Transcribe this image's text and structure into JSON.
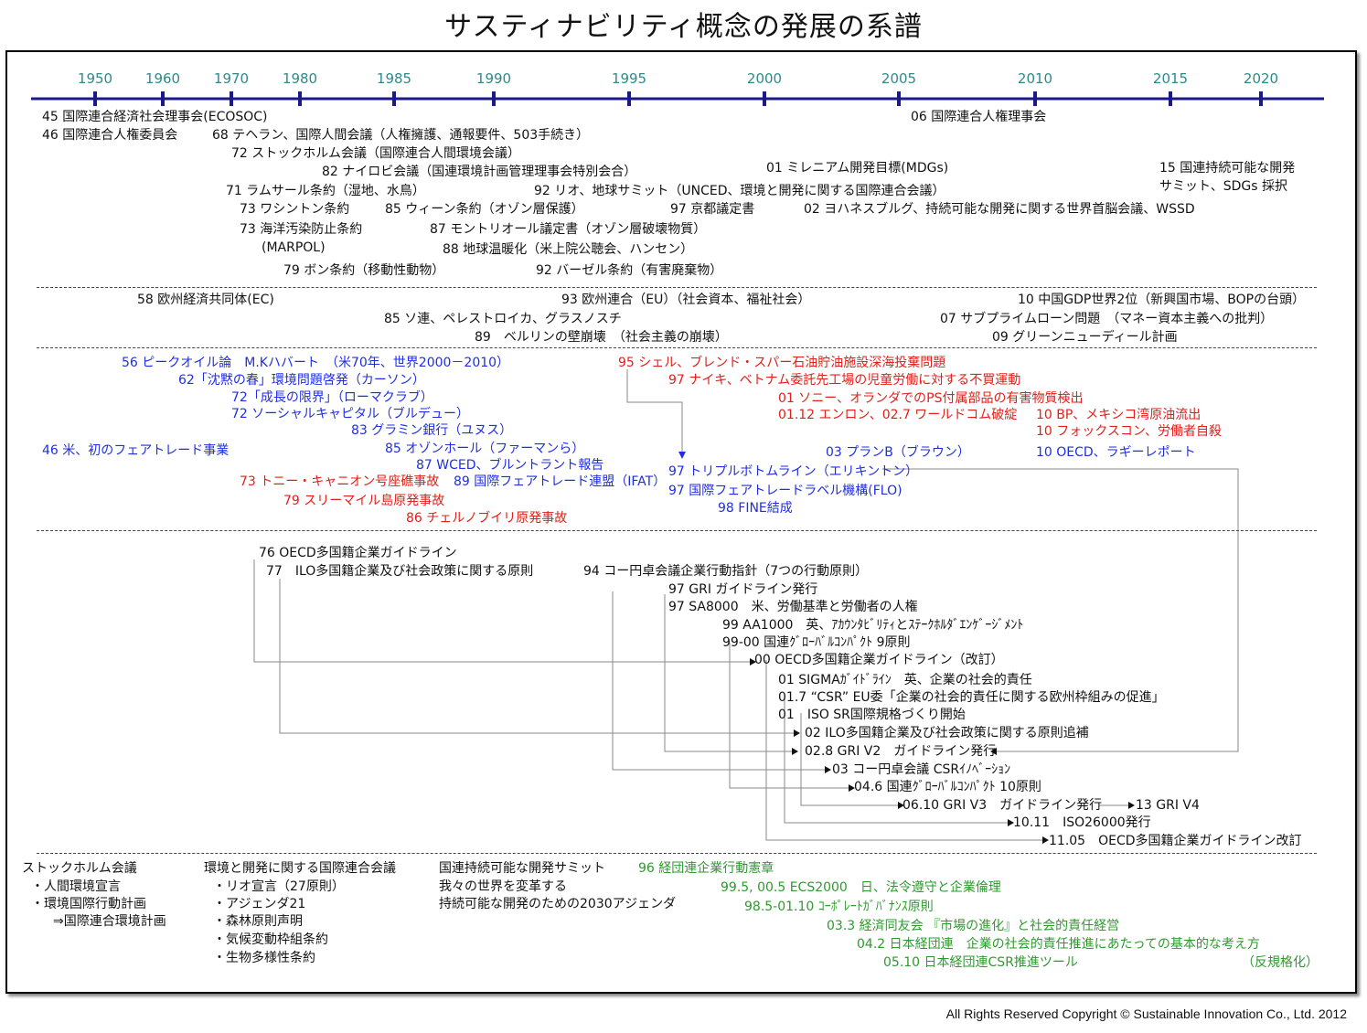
{
  "title": "サスティナビリティ概念の発展の系譜",
  "copyright": "All Rights Reserved  Copyright ©  Sustainable Innovation Co., Ltd.  2012",
  "years": [
    "1950",
    "1960",
    "1970",
    "1980",
    "1985",
    "1990",
    "1995",
    "2000",
    "2005",
    "2010",
    "2015",
    "2020"
  ],
  "events": [
    {
      "t": "45 国際連合経済社会理事会(ECOSOC)",
      "c": "k"
    },
    {
      "t": "46 国際連合人権委員会",
      "c": "k"
    },
    {
      "t": "68 テヘラン、国際人間会議（人権擁護、通報要件、503手続き）",
      "c": "k"
    },
    {
      "t": "72 ストックホルム会議（国際連合人間環境会議）",
      "c": "k"
    },
    {
      "t": "82 ナイロビ会議（国連環境計画管理理事会特別会合）",
      "c": "k"
    },
    {
      "t": "71 ラムサール条約（湿地、水鳥）",
      "c": "k"
    },
    {
      "t": "92 リオ、地球サミット（UNCED、環境と開発に関する国際連合会議）",
      "c": "k"
    },
    {
      "t": "73 ワシントン条約",
      "c": "k"
    },
    {
      "t": "85 ウィーン条約（オゾン層保護）",
      "c": "k"
    },
    {
      "t": "97 京都議定書",
      "c": "k"
    },
    {
      "t": "02 ヨハネスブルグ、持続可能な開発に関する世界首脳会議、WSSD",
      "c": "k"
    },
    {
      "t": "73 海洋汚染防止条約",
      "c": "k"
    },
    {
      "t": "(MARPOL)",
      "c": "k"
    },
    {
      "t": "87 モントリオール議定書（オゾン層破壊物質）",
      "c": "k"
    },
    {
      "t": "88 地球温暖化（米上院公聴会、ハンセン）",
      "c": "k"
    },
    {
      "t": "79 ボン条約（移動性動物）",
      "c": "k"
    },
    {
      "t": "92 バーゼル条約（有害廃棄物）",
      "c": "k"
    },
    {
      "t": "06 国際連合人権理事会",
      "c": "k"
    },
    {
      "t": "01 ミレニアム開発目標(MDGs)",
      "c": "k"
    },
    {
      "t": "15 国連持続可能な開発",
      "c": "k"
    },
    {
      "t": "サミット、SDGs 採択",
      "c": "k"
    },
    {
      "t": "58 欧州経済共同体(EC)",
      "c": "k"
    },
    {
      "t": "93 欧州連合（EU）（社会資本、福祉社会）",
      "c": "k"
    },
    {
      "t": "10 中国GDP世界2位（新興国市場、BOPの台頭）",
      "c": "k"
    },
    {
      "t": "85 ソ連、ペレストロイカ、グラスノスチ",
      "c": "k"
    },
    {
      "t": "07 サブプライムローン問題　（マネー資本主義への批判）",
      "c": "k"
    },
    {
      "t": "89　ベルリンの壁崩壊　（社会主義の崩壊）",
      "c": "k"
    },
    {
      "t": "09 グリーンニューディール計画",
      "c": "k"
    },
    {
      "t": "56 ピークオイル論　M.Kハバート　（米70年、世界2000－2010）",
      "c": "b"
    },
    {
      "t": "95 シェル、ブレンド・スパー石油貯油施設深海投棄問題",
      "c": "r"
    },
    {
      "t": "62「沈黙の春」環境問題啓発（カーソン）",
      "c": "b"
    },
    {
      "t": "97 ナイキ、ベトナム委託先工場の児童労働に対する不買運動",
      "c": "r"
    },
    {
      "t": "72「成長の限界」（ローマクラブ）",
      "c": "b"
    },
    {
      "t": "01 ソニー、オランダでのPS付属部品の有害物質検出",
      "c": "r"
    },
    {
      "t": "72 ソーシャルキャピタル（ブルデュー）",
      "c": "b"
    },
    {
      "t": "01.12 エンロン、02.7 ワールドコム破綻",
      "c": "r"
    },
    {
      "t": "10 BP、メキシコ湾原油流出",
      "c": "r"
    },
    {
      "t": "83 グラミン銀行（ユヌス）",
      "c": "b"
    },
    {
      "t": "10 フォックスコン、労働者自殺",
      "c": "r"
    },
    {
      "t": "46 米、初のフェアトレード事業",
      "c": "b"
    },
    {
      "t": "85 オゾンホール（ファーマンら）",
      "c": "b"
    },
    {
      "t": "03 プランB（ブラウン）",
      "c": "b"
    },
    {
      "t": "10 OECD、ラギーレポート",
      "c": "b"
    },
    {
      "t": "87 WCED、ブルントラント報告",
      "c": "b"
    },
    {
      "t": "97 トリプルボトムライン（エリキントン）",
      "c": "b"
    },
    {
      "t": "73 トニー・キャニオン号座礁事故",
      "c": "r"
    },
    {
      "t": "89 国際フェアトレード連盟（IFAT）",
      "c": "b"
    },
    {
      "t": "97 国際フェアトレードラベル機構(FLO)",
      "c": "b"
    },
    {
      "t": "79 スリーマイル島原発事故",
      "c": "r"
    },
    {
      "t": "98 FINE結成",
      "c": "b"
    },
    {
      "t": "86 チェルノブイリ原発事故",
      "c": "r"
    },
    {
      "t": "76 OECD多国籍企業ガイドライン",
      "c": "k"
    },
    {
      "t": "77　ILO多国籍企業及び社会政策に関する原則",
      "c": "k"
    },
    {
      "t": "94 コー円卓会議企業行動指針（7つの行動原則）",
      "c": "k"
    },
    {
      "t": "97 GRI ガイドライン発行",
      "c": "k"
    },
    {
      "t": "97 SA8000　米、労働基準と労働者の人権",
      "c": "k"
    },
    {
      "t": "99 AA1000　英、ｱｶｳﾝﾀﾋﾞﾘﾃｨとｽﾃｰｸﾎﾙﾀﾞｴﾝｹﾞｰｼﾞﾒﾝﾄ",
      "c": "k"
    },
    {
      "t": "99-00 国連ｸﾞﾛｰﾊﾞﾙｺﾝﾊﾟｸﾄ 9原則",
      "c": "k"
    },
    {
      "t": "00 OECD多国籍企業ガイドライン（改訂）",
      "c": "k"
    },
    {
      "t": "01 SIGMAｶﾞｲﾄﾞﾗｲﾝ　英、企業の社会的責任",
      "c": "k"
    },
    {
      "t": "01.7 “CSR” EU委「企業の社会的責任に関する欧州枠組みの促進」",
      "c": "k"
    },
    {
      "t": "01　ISO SR国際規格づくり開始",
      "c": "k"
    },
    {
      "t": "02 ILO多国籍企業及び社会政策に関する原則追補",
      "c": "k"
    },
    {
      "t": "02.8 GRI V2　ガイドライン発行",
      "c": "k"
    },
    {
      "t": "03 コー円卓会議 CSRｲﾉﾍﾞｰｼｮﾝ",
      "c": "k"
    },
    {
      "t": "04.6 国連ｸﾞﾛｰﾊﾞﾙｺﾝﾊﾟｸﾄ 10原則",
      "c": "k"
    },
    {
      "t": "06.10 GRI V3　ガイドライン発行",
      "c": "k"
    },
    {
      "t": "13 GRI V4",
      "c": "k"
    },
    {
      "t": "10.11　ISO26000発行",
      "c": "k"
    },
    {
      "t": "11.05　OECD多国籍企業ガイドライン改訂",
      "c": "k"
    },
    {
      "t": "ストックホルム会議",
      "c": "k"
    },
    {
      "t": "・人間環境宣言",
      "c": "k"
    },
    {
      "t": "・環境国際行動計画",
      "c": "k"
    },
    {
      "t": "⇒国際連合環境計画",
      "c": "k"
    },
    {
      "t": "環境と開発に関する国際連合会議",
      "c": "k"
    },
    {
      "t": "・リオ宣言（27原則）",
      "c": "k"
    },
    {
      "t": "・アジェンダ21",
      "c": "k"
    },
    {
      "t": "・森林原則声明",
      "c": "k"
    },
    {
      "t": "・気候変動枠組条約",
      "c": "k"
    },
    {
      "t": "・生物多様性条約",
      "c": "k"
    },
    {
      "t": "国連持続可能な開発サミット",
      "c": "k"
    },
    {
      "t": "我々の世界を変革する",
      "c": "k"
    },
    {
      "t": "持続可能な開発のための2030アジェンダ",
      "c": "k"
    },
    {
      "t": "96 経団連企業行動憲章",
      "c": "g"
    },
    {
      "t": "99.5, 00.5 ECS2000　日、法令遵守と企業倫理",
      "c": "g"
    },
    {
      "t": "98.5-01.10 ｺｰﾎﾟﾚｰﾄｶﾞﾊﾞﾅﾝｽ原則",
      "c": "g"
    },
    {
      "t": "03.3 経済同友会 『市場の進化』と社会的責任経営",
      "c": "g"
    },
    {
      "t": "04.2 日本経団連　企業の社会的責任推進にあたっての基本的な考え方",
      "c": "g"
    },
    {
      "t": "05.10 日本経団連CSR推進ツール",
      "c": "g"
    },
    {
      "t": "（反規格化）",
      "c": "g"
    }
  ]
}
